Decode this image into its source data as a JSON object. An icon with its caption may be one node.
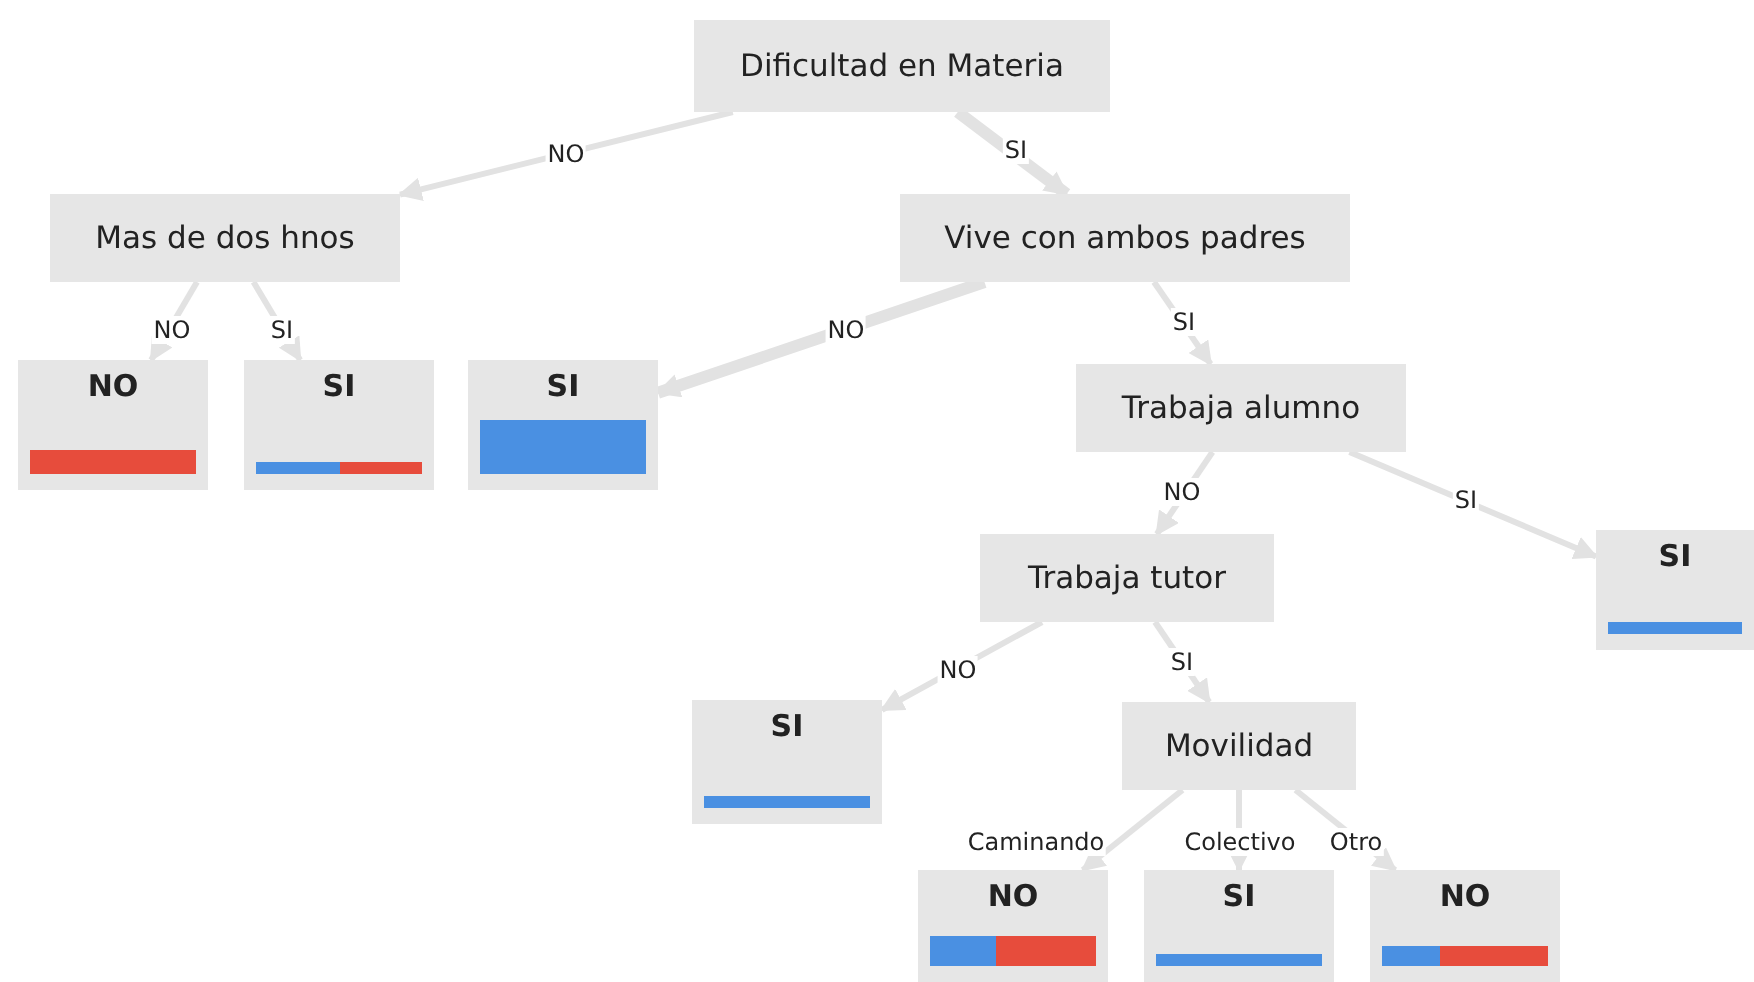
{
  "diagram": {
    "nodes": [
      {
        "text": [
          "Dificultad en Materia"
        ]
      },
      {
        "text": [
          "Mas de dos hnos"
        ]
      },
      {
        "text": [
          "Vive con ambos padres"
        ]
      },
      {
        "text": [
          "NO"
        ]
      },
      {
        "text": [
          "SI"
        ]
      },
      {
        "text": [
          "SI"
        ]
      },
      {
        "text": [
          "Trabaja alumno"
        ]
      },
      {
        "text": [
          "Trabaja tutor"
        ]
      },
      {
        "text": [
          "SI"
        ]
      },
      {
        "text": [
          "SI"
        ]
      },
      {
        "text": [
          "Movilidad"
        ]
      },
      {
        "text": [
          "NO"
        ]
      },
      {
        "text": [
          "SI"
        ]
      },
      {
        "text": [
          "NO"
        ]
      }
    ],
    "edges": [
      {
        "from": 0,
        "to": 1,
        "arrow": "to",
        "label": "NO"
      },
      {
        "from": 0,
        "to": 2,
        "arrow": "to",
        "label": "SI",
        "style": "thick"
      },
      {
        "from": 1,
        "to": 3,
        "arrow": "to",
        "label": "NO"
      },
      {
        "from": 1,
        "to": 4,
        "arrow": "to",
        "label": "SI"
      },
      {
        "from": 2,
        "to": 5,
        "arrow": "to",
        "label": "NO",
        "style": "thick"
      },
      {
        "from": 2,
        "to": 6,
        "arrow": "to",
        "label": "SI"
      },
      {
        "from": 6,
        "to": 7,
        "arrow": "to",
        "label": "NO"
      },
      {
        "from": 6,
        "to": 8,
        "arrow": "to",
        "label": "SI"
      },
      {
        "from": 7,
        "to": 9,
        "arrow": "to",
        "label": "NO"
      },
      {
        "from": 7,
        "to": 10,
        "arrow": "to",
        "label": "SI"
      },
      {
        "from": 10,
        "to": 11,
        "arrow": "to",
        "label": "Caminando"
      },
      {
        "from": 10,
        "to": 12,
        "arrow": "to",
        "label": "Colectivo"
      },
      {
        "from": 10,
        "to": 13,
        "arrow": "to",
        "label": "Otro"
      }
    ]
  }
}
